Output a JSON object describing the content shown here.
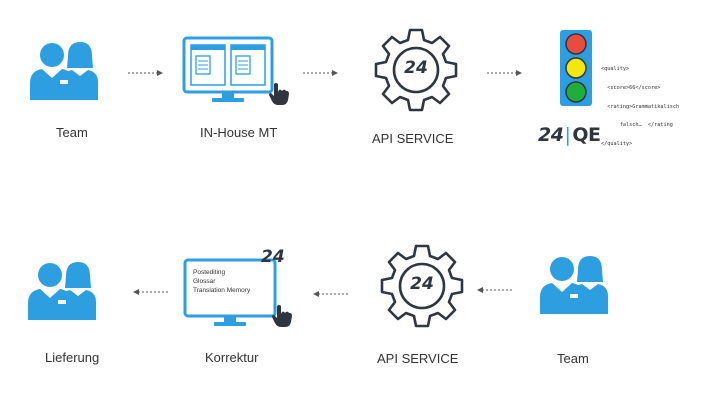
{
  "top_row": {
    "team_label": "Team",
    "inhouse_label": "IN-House MT",
    "api_label": "API  SERVICE",
    "gear_logo": "24",
    "qe": {
      "logo_number": "24",
      "logo_text": "QE",
      "traffic_light_colors": [
        "#e74c3c",
        "#f5e60c",
        "#1fae3a"
      ],
      "xml_lines": [
        "<quality>",
        "  <score>66</score>",
        "  <rating>Grammatikalisch",
        "      falsch…  </rating",
        "</quality>"
      ]
    }
  },
  "bottom_row": {
    "delivery_label": "Lieferung",
    "correction_label": "Korrektur",
    "api_label": "API  SERVICE",
    "team_label": "Team",
    "gear_logo": "24",
    "correction_logo": "24",
    "correction_panel": [
      "Postediting",
      "Glossar",
      "Translation Memory"
    ]
  },
  "colors": {
    "accent_blue": "#2d9fe0",
    "dark_grey": "#2f3640",
    "arrow_grey": "#555555"
  },
  "icons": {
    "team": "people-icon",
    "monitor": "monitor-icon",
    "hand": "hand-pointer-icon",
    "gear": "gear-icon",
    "traffic_light": "traffic-light-icon"
  }
}
